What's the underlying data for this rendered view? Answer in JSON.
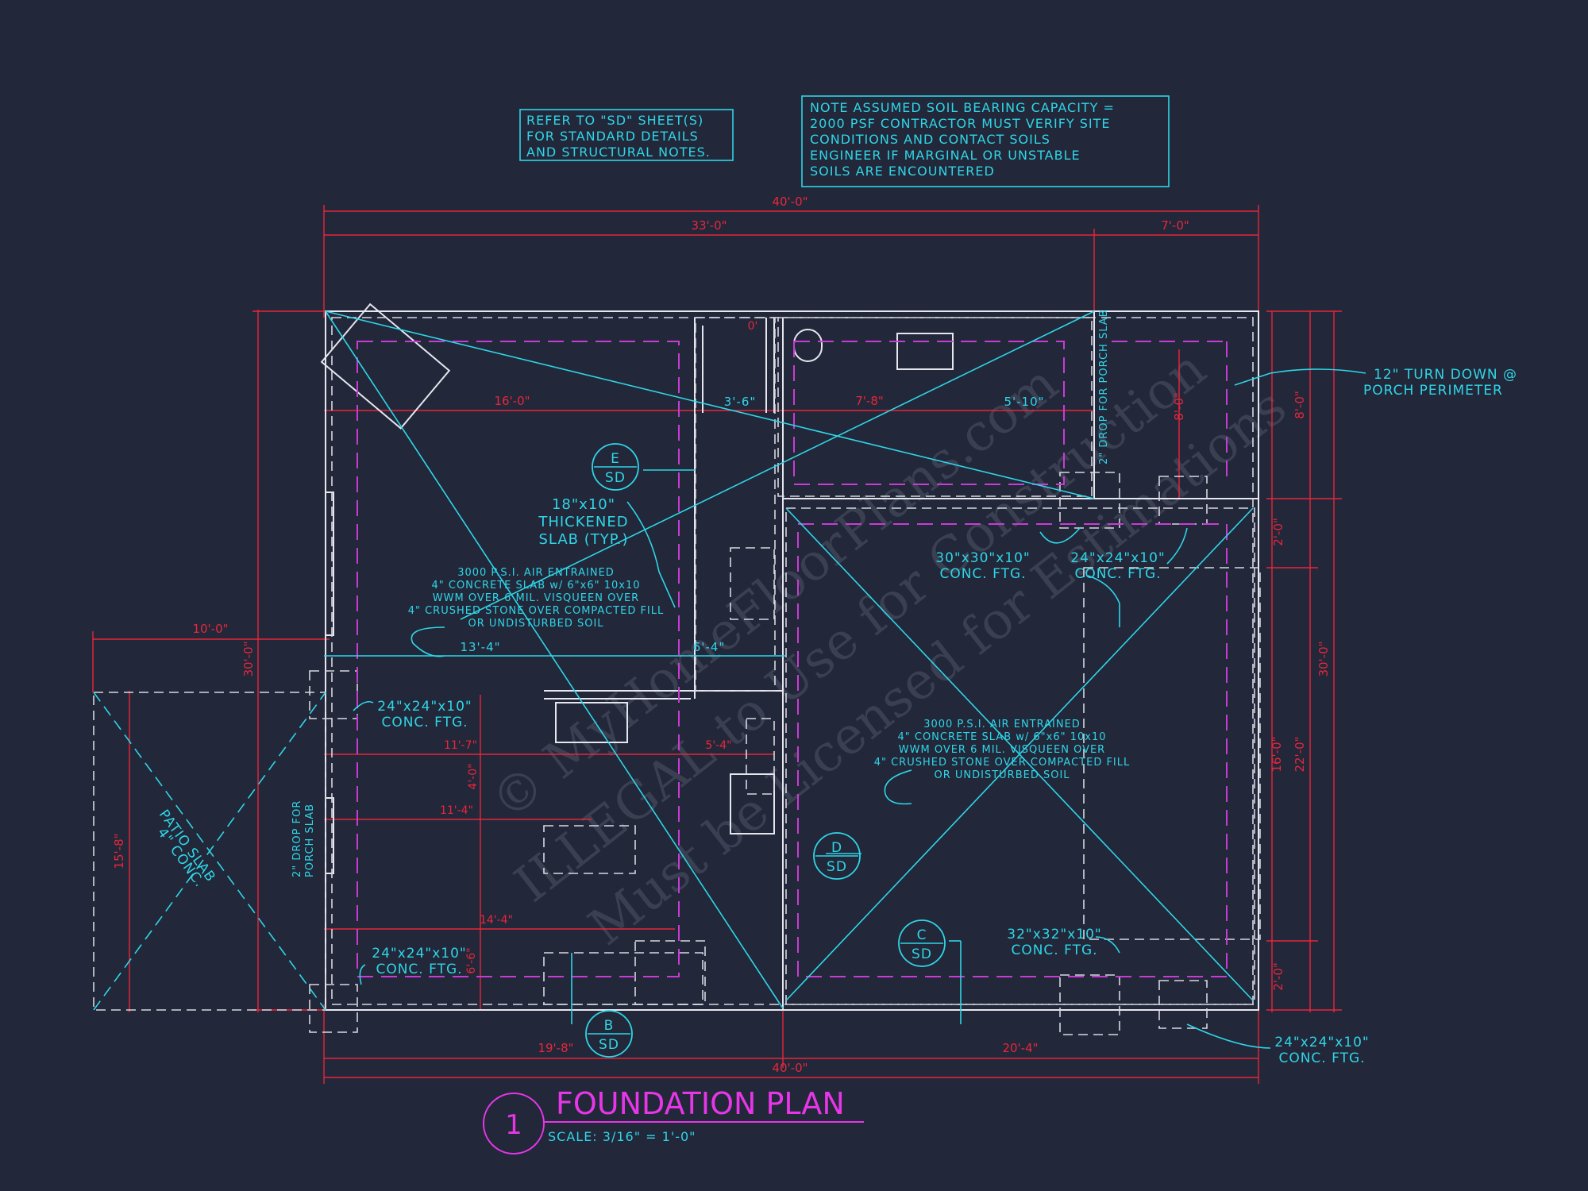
{
  "notes": {
    "refer": [
      "REFER TO \"SD\" SHEET(S)",
      "FOR STANDARD DETAILS",
      "AND STRUCTURAL NOTES."
    ],
    "soil": [
      "NOTE ASSUMED SOIL BEARING CAPACITY =",
      "2000 PSF CONTRACTOR MUST VERIFY SITE",
      "CONDITIONS AND CONTACT SOILS",
      "ENGINEER IF MARGINAL OR UNSTABLE",
      "SOILS ARE ENCOUNTERED"
    ]
  },
  "dimensions": {
    "top_overall": "40'-0\"",
    "top_left": "33'-0\"",
    "top_right": "7'-0\"",
    "bottom_overall": "40'-0\"",
    "bottom_left": "19'-8\"",
    "bottom_right": "20'-4\"",
    "room_16": "16'-0\"",
    "room_3_6": "3'-6\"",
    "room_7_8": "7'-8\"",
    "room_5_10": "5'-10\"",
    "room_13_4": "13'-4\"",
    "room_6_4": "6'-4\"",
    "room_11_7": "11'-7\"",
    "room_5_4": "5'-4\"",
    "room_11_4": "11'-4\"",
    "room_14_4": "14'-4\"",
    "room_4_0": "4'-0\"",
    "room_6_6": "6'-6\"",
    "small_0": "0'",
    "left_30": "30'-0\"",
    "left_10": "10'-0\"",
    "left_15_8": "15'-8\"",
    "right_8_0_a": "8'-0\"",
    "right_8_0_b": "8'-0\"",
    "right_2_0_a": "2'-0\"",
    "right_16_0": "16'-0\"",
    "right_22_0": "22'-0\"",
    "right_2_0_b": "2'-0\"",
    "right_30": "30'-0\""
  },
  "labels": {
    "turn_down": [
      "12\" TURN DOWN @",
      "PORCH PERIMETER"
    ],
    "drop_right": "2\" DROP FOR PORCH SLAB",
    "drop_left": [
      "2\" DROP FOR",
      "PORCH SLAB"
    ],
    "thickened": [
      "18\"x10\"",
      "THICKENED",
      "SLAB (TYP.)"
    ],
    "slab_spec": [
      "3000 P.S.I. AIR ENTRAINED",
      "4\" CONCRETE SLAB w/ 6\"x6\" 10x10",
      "WWM OVER 6 MIL. VISQUEEN OVER",
      "4\" CRUSHED STONE OVER COMPACTED FILL",
      "OR UNDISTURBED SOIL"
    ],
    "ftg_30": [
      "30\"x30\"x10\"",
      "CONC. FTG."
    ],
    "ftg_24_top": [
      "24\"x24\"x10\"",
      "CONC. FTG."
    ],
    "ftg_24_left_a": [
      "24\"x24\"x10\"",
      "CONC. FTG."
    ],
    "ftg_24_left_b": [
      "24\"x24\"x10\"",
      "CONC. FTG."
    ],
    "ftg_32": [
      "32\"x32\"x10\"",
      "CONC. FTG."
    ],
    "ftg_24_br": [
      "24\"x24\"x10\"",
      "CONC. FTG."
    ],
    "patio": [
      "PATIO SLAB",
      "4\" CONC."
    ]
  },
  "sections": [
    {
      "id": "E",
      "ref": "SD"
    },
    {
      "id": "D",
      "ref": "SD"
    },
    {
      "id": "C",
      "ref": "SD"
    },
    {
      "id": "B",
      "ref": "SD"
    }
  ],
  "title": {
    "number": "1",
    "name": "FOUNDATION PLAN",
    "scale": "SCALE: 3/16\" = 1'-0\""
  },
  "watermark": [
    "© MyHomeFloorPlans.com",
    "ILLEGAL to Use for Construction",
    "Must be Licensed for Estimations"
  ]
}
